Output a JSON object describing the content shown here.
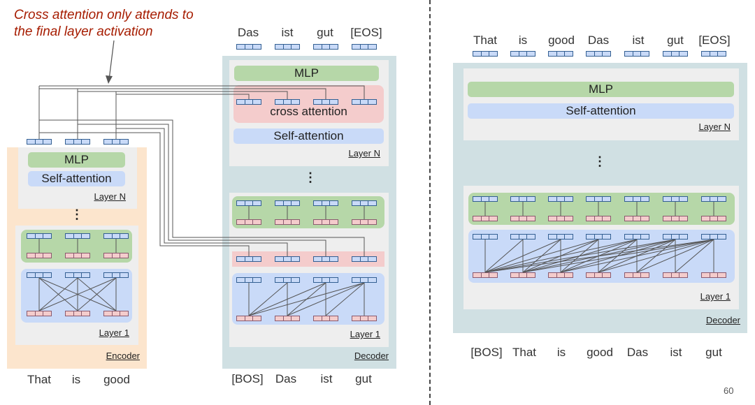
{
  "annotation": {
    "line1": "Cross attention only attends to",
    "line2": "the final layer activation"
  },
  "encoder": {
    "title": "Encoder",
    "inputs": [
      "That",
      "is",
      "good"
    ],
    "mlp": "MLP",
    "self_attention": "Self-attention",
    "layer_n": "Layer N",
    "layer_1": "Layer 1",
    "dots": "⋮"
  },
  "decoder": {
    "title": "Decoder",
    "inputs": [
      "[BOS]",
      "Das",
      "ist",
      "gut"
    ],
    "outputs": [
      "Das",
      "ist",
      "gut",
      "[EOS]"
    ],
    "mlp": "MLP",
    "cross_attention": "cross attention",
    "self_attention": "Self-attention",
    "layer_n": "Layer N",
    "layer_1": "Layer 1",
    "dots": "⋮"
  },
  "decoder_only": {
    "title": "Decoder",
    "inputs": [
      "[BOS]",
      "That",
      "is",
      "good",
      "Das",
      "ist",
      "gut"
    ],
    "outputs": [
      "That",
      "is",
      "good",
      "Das",
      "ist",
      "gut",
      "[EOS]"
    ],
    "mlp": "MLP",
    "self_attention": "Self-attention",
    "layer_n": "Layer N",
    "layer_1": "Layer 1",
    "dots": "⋮"
  },
  "page_number": "60",
  "colors": {
    "encoder_bg": "#fce5cd",
    "decoder_bg": "#d0e0e3",
    "layer_bg": "#eeeeee",
    "mlp": "#b6d7a8",
    "self_attention": "#c9daf8",
    "cross_attention": "#f4cccc",
    "annotation": "#a61c00"
  }
}
